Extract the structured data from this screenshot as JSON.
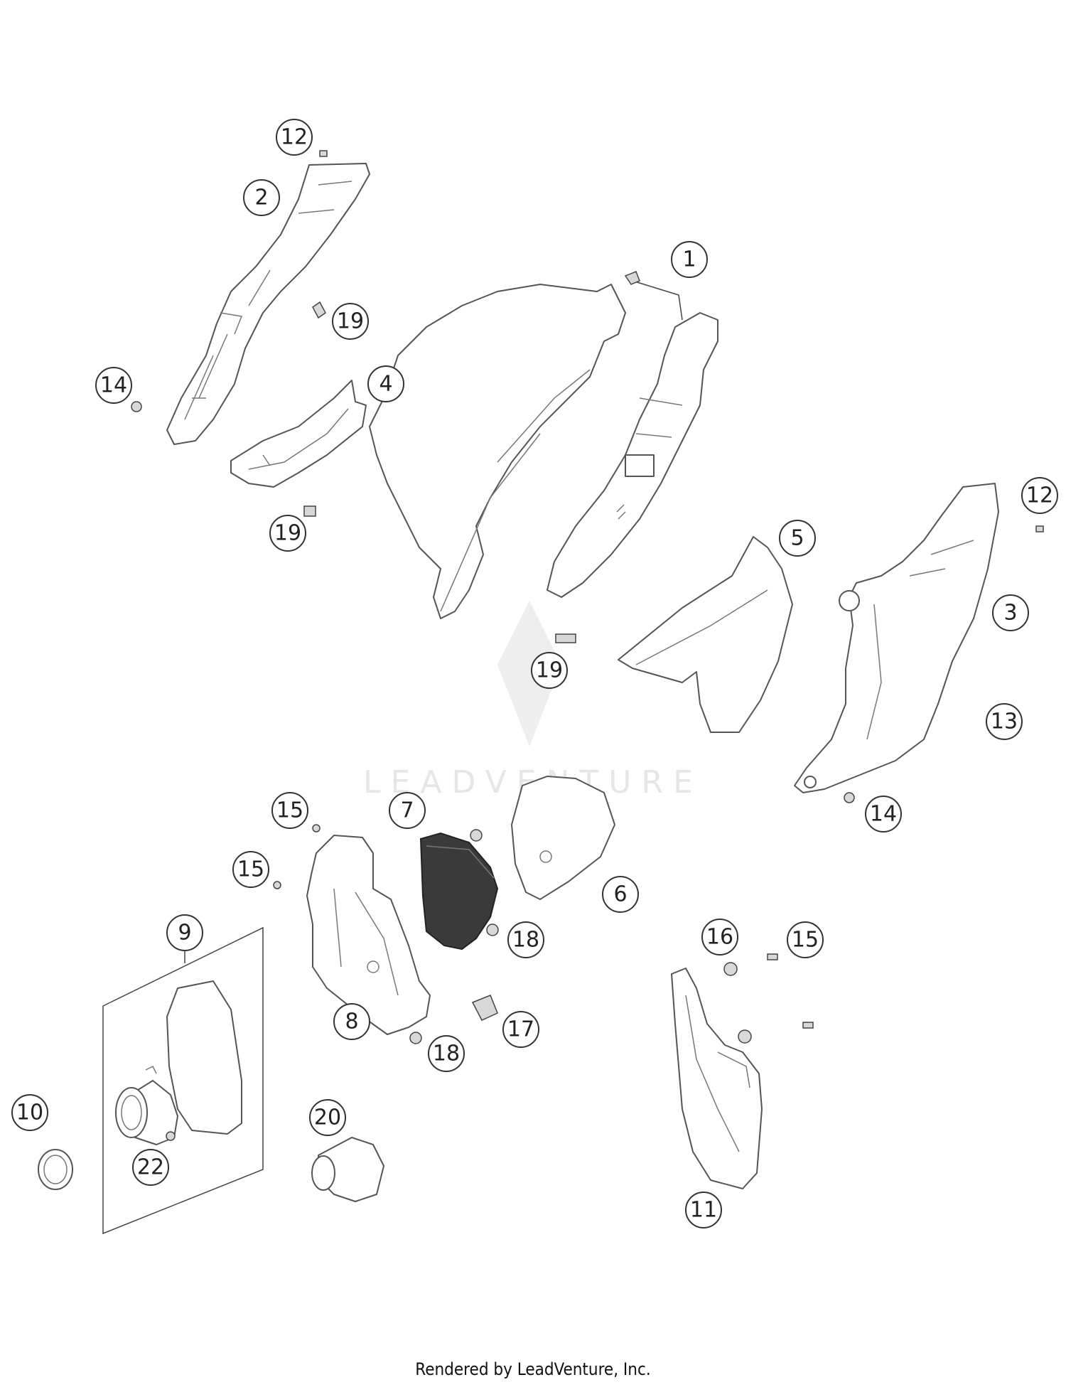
{
  "callouts": [
    {
      "id": "c12a",
      "label": "12"
    },
    {
      "id": "c2",
      "label": "2"
    },
    {
      "id": "c1",
      "label": "1"
    },
    {
      "id": "c19a",
      "label": "19"
    },
    {
      "id": "c14a",
      "label": "14"
    },
    {
      "id": "c4",
      "label": "4"
    },
    {
      "id": "c19b",
      "label": "19"
    },
    {
      "id": "c12b",
      "label": "12"
    },
    {
      "id": "c5",
      "label": "5"
    },
    {
      "id": "c3",
      "label": "3"
    },
    {
      "id": "c19c",
      "label": "19"
    },
    {
      "id": "c13",
      "label": "13"
    },
    {
      "id": "c14b",
      "label": "14"
    },
    {
      "id": "c15a",
      "label": "15"
    },
    {
      "id": "c7",
      "label": "7"
    },
    {
      "id": "c15b",
      "label": "15"
    },
    {
      "id": "c6",
      "label": "6"
    },
    {
      "id": "c9",
      "label": "9"
    },
    {
      "id": "c18a",
      "label": "18"
    },
    {
      "id": "c16",
      "label": "16"
    },
    {
      "id": "c15c",
      "label": "15"
    },
    {
      "id": "c8",
      "label": "8"
    },
    {
      "id": "c17",
      "label": "17"
    },
    {
      "id": "c18b",
      "label": "18"
    },
    {
      "id": "c10",
      "label": "10"
    },
    {
      "id": "c20",
      "label": "20"
    },
    {
      "id": "c22",
      "label": "22"
    },
    {
      "id": "c11",
      "label": "11"
    }
  ],
  "watermark": {
    "text": "LEADVENTURE"
  },
  "footer": {
    "text": "Rendered by LeadVenture, Inc."
  }
}
